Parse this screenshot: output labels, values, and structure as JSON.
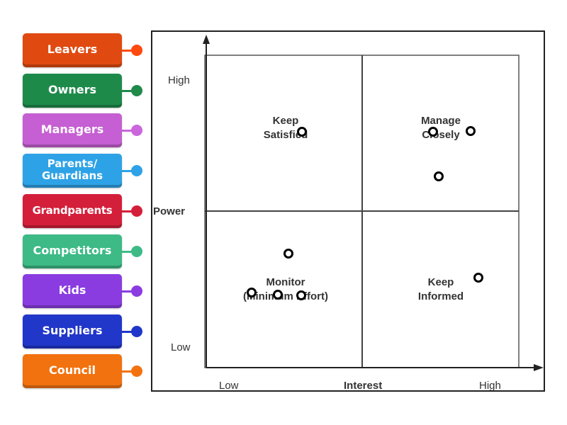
{
  "tiles": [
    {
      "label": "Leavers",
      "color": "#e04a10",
      "pin_color": "#ff4a0f"
    },
    {
      "label": "Owners",
      "color": "#1e8a4a",
      "pin_color": "#1f8a4a"
    },
    {
      "label": "Managers",
      "color": "#c65fd3",
      "pin_color": "#cc66dd"
    },
    {
      "label": "Parents/\nGuardians",
      "color": "#2ea2e6",
      "pin_color": "#2ea2e6"
    },
    {
      "label": "Grandparents",
      "color": "#d41f3a",
      "pin_color": "#d41f3a"
    },
    {
      "label": "Competitors",
      "color": "#3dba86",
      "pin_color": "#3dba86"
    },
    {
      "label": "Kids",
      "color": "#8a3ce0",
      "pin_color": "#8a3ce0"
    },
    {
      "label": "Suppliers",
      "color": "#2137c9",
      "pin_color": "#2137c9"
    },
    {
      "label": "Council",
      "color": "#f2720f",
      "pin_color": "#f2720f"
    }
  ],
  "matrix": {
    "y_high": "High",
    "y_low": "Low",
    "y_axis": "Power",
    "x_low": "Low",
    "x_axis": "Interest",
    "x_high": "High",
    "quadrants": {
      "top_left": [
        "Keep",
        "Satisfied"
      ],
      "top_right": [
        "Manage",
        "Closely"
      ],
      "bottom_left": [
        "Monitor",
        "(Minimum Effort)"
      ],
      "bottom_right": [
        "Keep",
        "Informed"
      ]
    }
  }
}
